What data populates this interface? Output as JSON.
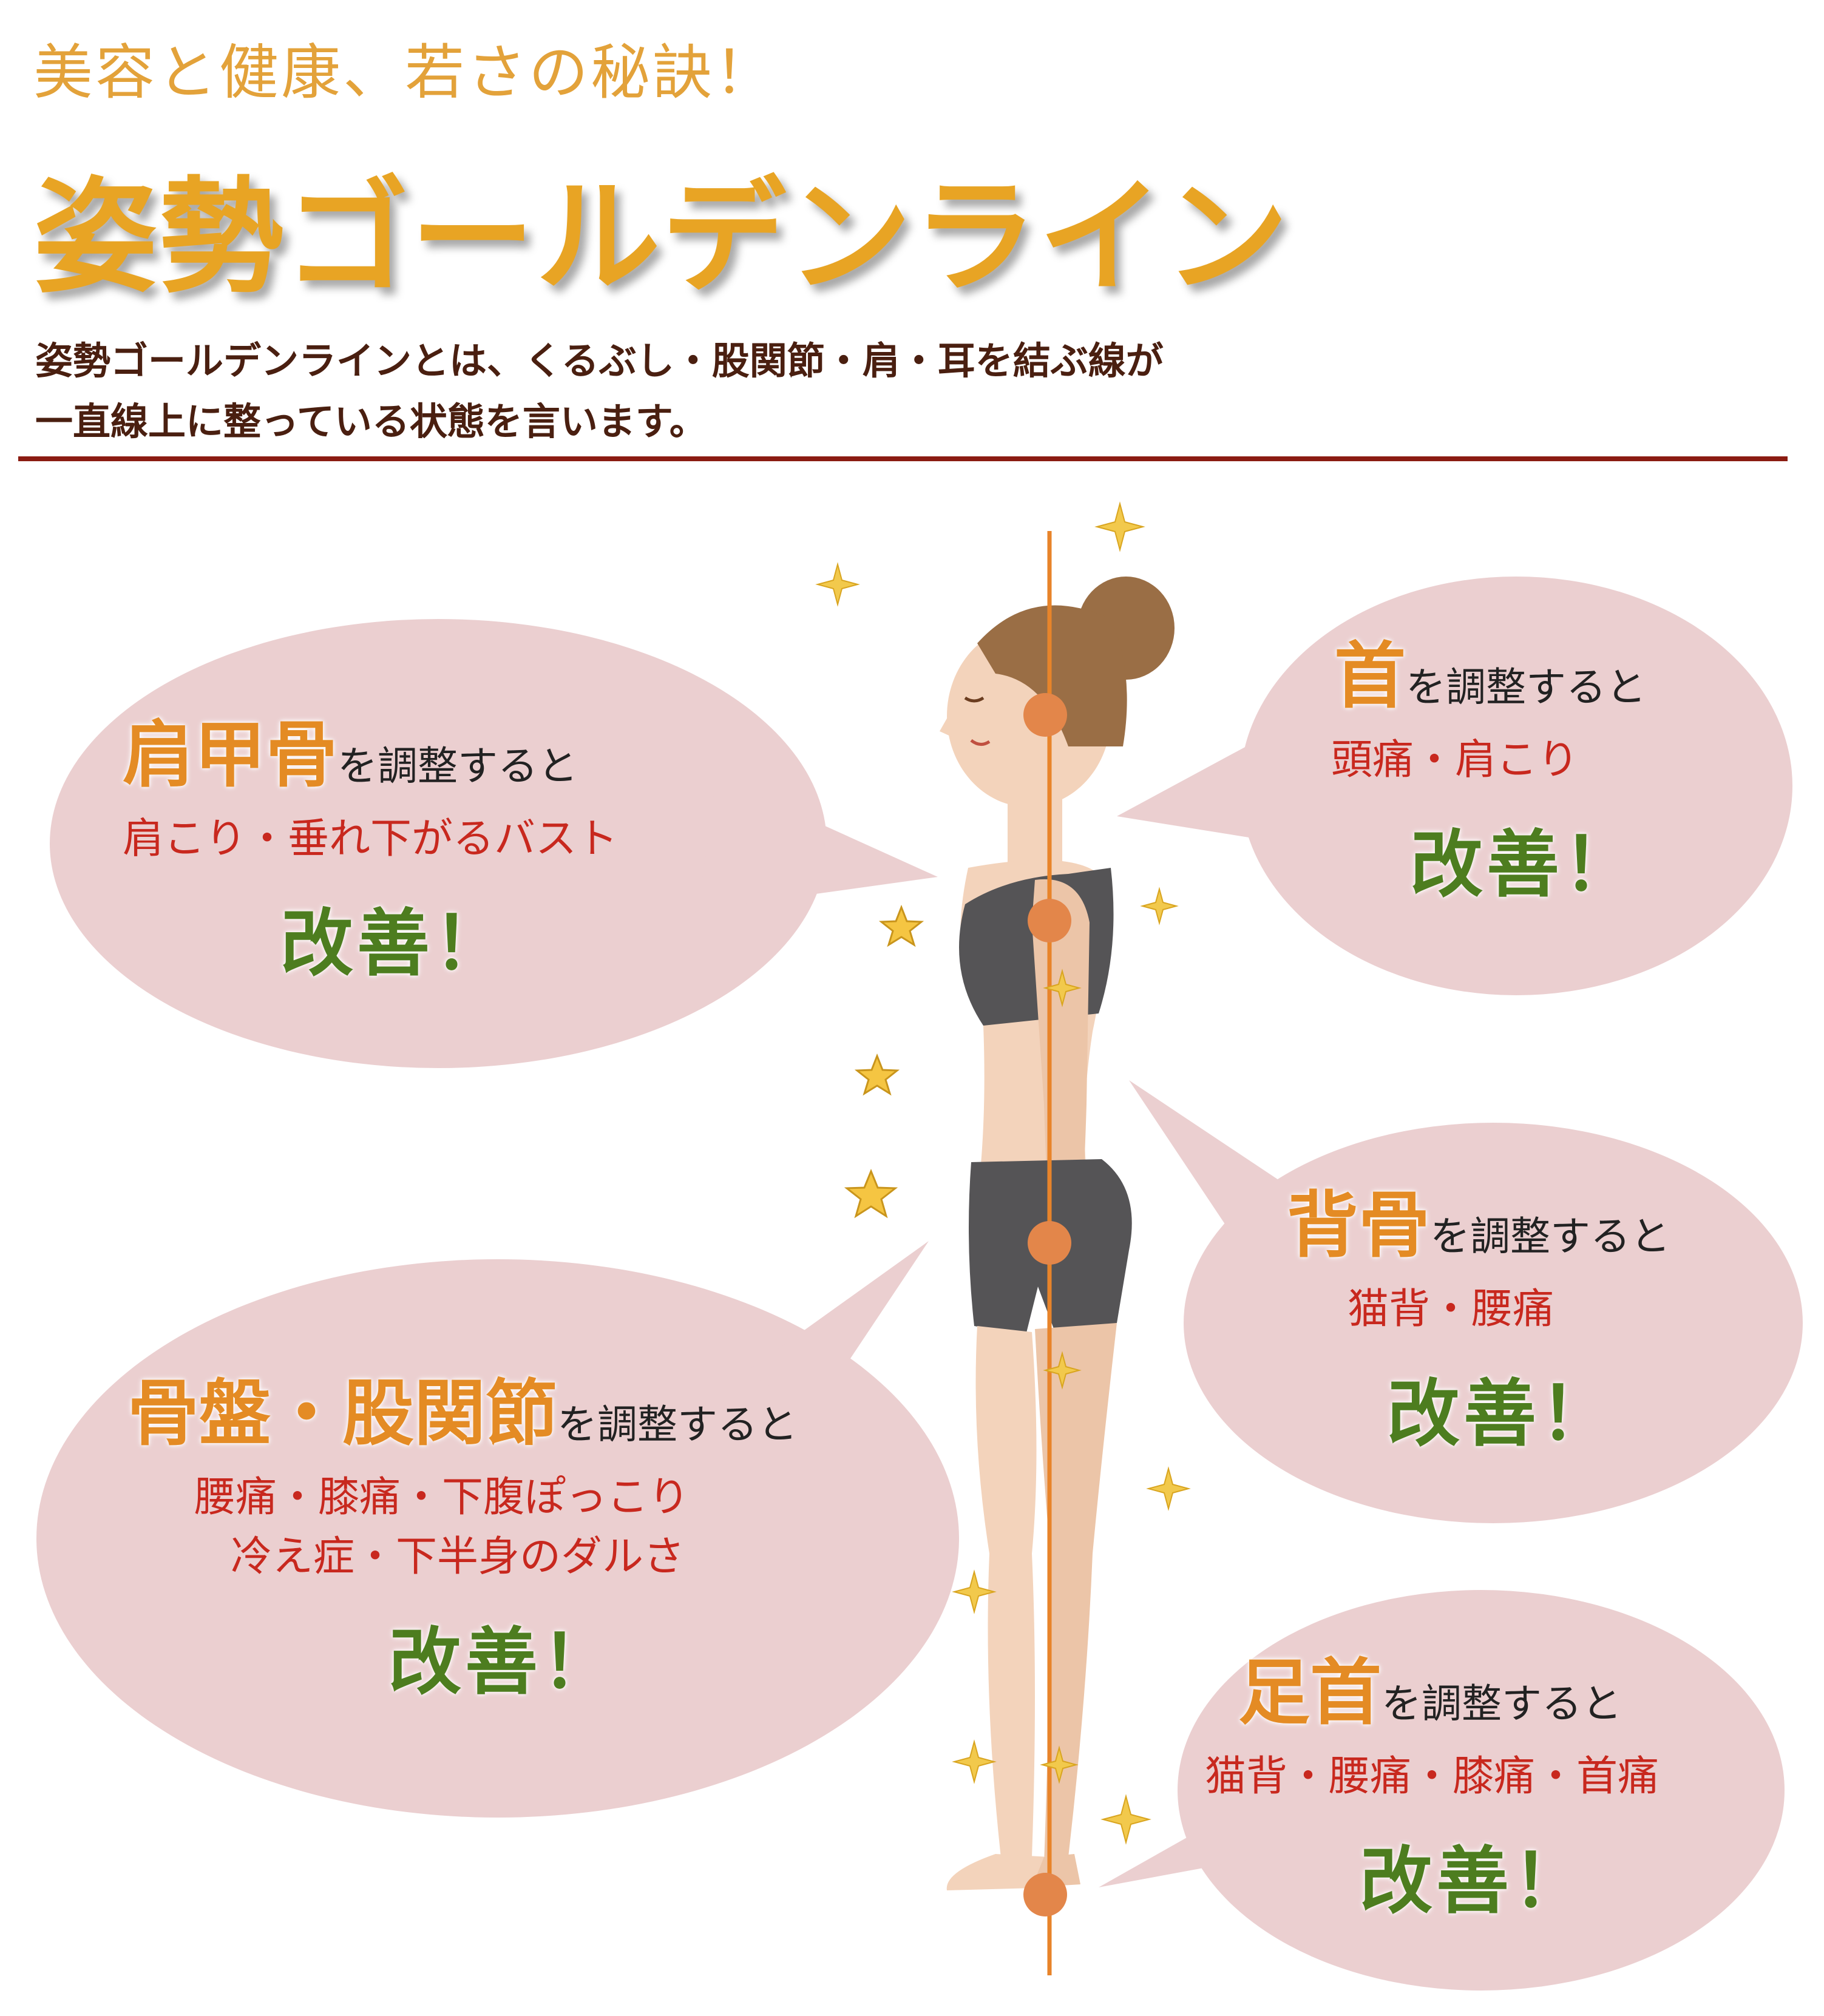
{
  "header": {
    "subtitle": "美容と健康、若さの秘訣！",
    "title": "姿勢ゴールデンライン",
    "desc_line1": "姿勢ゴールデンラインとは、くるぶし・股関節・肩・耳を結ぶ線が",
    "desc_line2": "一直線上に整っている状態を言います。"
  },
  "bubbles": {
    "kenkoukotsu": {
      "keyword": "肩甲骨",
      "suffix": "を調整すると",
      "symptoms": "肩こり・垂れ下がるバスト",
      "result": "改善！"
    },
    "kubi": {
      "keyword": "首",
      "suffix": "を調整すると",
      "symptoms": "頭痛・肩こり",
      "result": "改善！"
    },
    "sebone": {
      "keyword": "背骨",
      "suffix": "を調整すると",
      "symptoms": "猫背・腰痛",
      "result": "改善！"
    },
    "kotsuban": {
      "keyword": "骨盤・股関節",
      "suffix": "を調整すると",
      "symptoms1": "腰痛・膝痛・下腹ぽっこり",
      "symptoms2": "冷え症・下半身のダルさ",
      "result": "改善！"
    },
    "ashikubi": {
      "keyword": "足首",
      "suffix": "を調整すると",
      "symptoms": "猫背・腰痛・膝痛・首痛",
      "result": "改善！"
    }
  },
  "colors": {
    "title": "#e8a424",
    "bubble": "#ebcfd0",
    "golden_line": "#e8842a",
    "joint_dot": "#e3864a",
    "symptom_text": "#c8281e",
    "result_text": "#4d7d1f",
    "divider": "#8b1c12"
  },
  "icons": {
    "sparkle": "sparkle-icon",
    "star": "star-icon"
  }
}
